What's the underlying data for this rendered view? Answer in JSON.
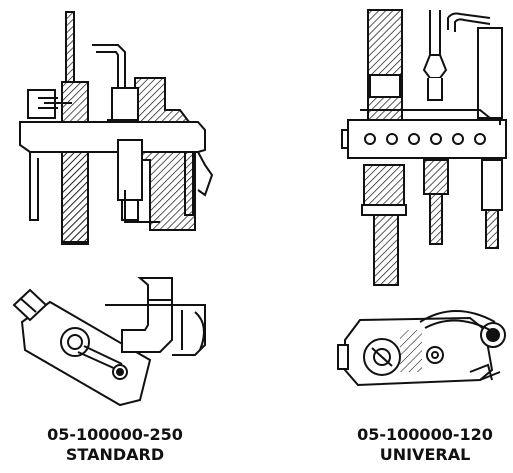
{
  "left_assembly": {
    "part_number": "05-100000-250",
    "label": "STANDARD"
  },
  "right_assembly": {
    "part_number": "05-100000-120",
    "label": "UNIVERAL"
  }
}
